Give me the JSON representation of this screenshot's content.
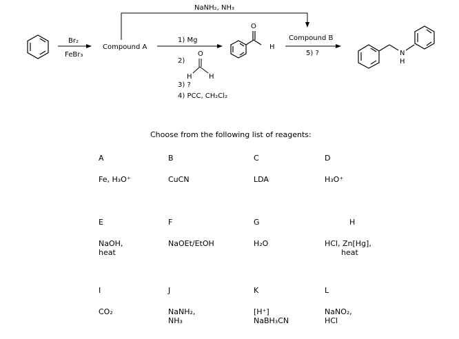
{
  "scheme": {
    "top_arrow_label": "NaNH₂, NH₃",
    "step1_reagent_top": "Br₂",
    "step1_reagent_bottom": "FeBr₃",
    "compound_a": "Compound A",
    "grignard_steps": [
      "1) Mg",
      "2)",
      "3) ?",
      "4) PCC, CH₂Cl₂"
    ],
    "formaldehyde_atoms": {
      "o": "O",
      "h_left": "H",
      "h_right": "H"
    },
    "aldehyde_atoms": {
      "o": "O",
      "h": "H"
    },
    "compound_b": "Compound B",
    "step5": "5) ?",
    "amine_atoms": {
      "n": "N",
      "h": "H"
    }
  },
  "prompt": "Choose from the following list of reagents:",
  "reagents": [
    {
      "letter": "A",
      "lines": [
        "Fe, H₃O⁺"
      ]
    },
    {
      "letter": "B",
      "lines": [
        "CuCN"
      ]
    },
    {
      "letter": "C",
      "lines": [
        "LDA"
      ]
    },
    {
      "letter": "D",
      "lines": [
        "H₃O⁺"
      ]
    },
    {
      "letter": "E",
      "lines": [
        "NaOH,",
        "heat"
      ]
    },
    {
      "letter": "F",
      "lines": [
        "NaOEt/EtOH"
      ]
    },
    {
      "letter": "G",
      "lines": [
        "H₂O"
      ]
    },
    {
      "letter": "H",
      "lines": [
        "HCl, Zn[Hg],",
        "heat"
      ]
    },
    {
      "letter": "I",
      "lines": [
        "CO₂"
      ]
    },
    {
      "letter": "J",
      "lines": [
        "NaNH₂,",
        "NH₃"
      ]
    },
    {
      "letter": "K",
      "lines": [
        "[H⁺]",
        "NaBH₃CN"
      ]
    },
    {
      "letter": "L",
      "lines": [
        "NaNO₂,",
        "HCl"
      ]
    }
  ]
}
